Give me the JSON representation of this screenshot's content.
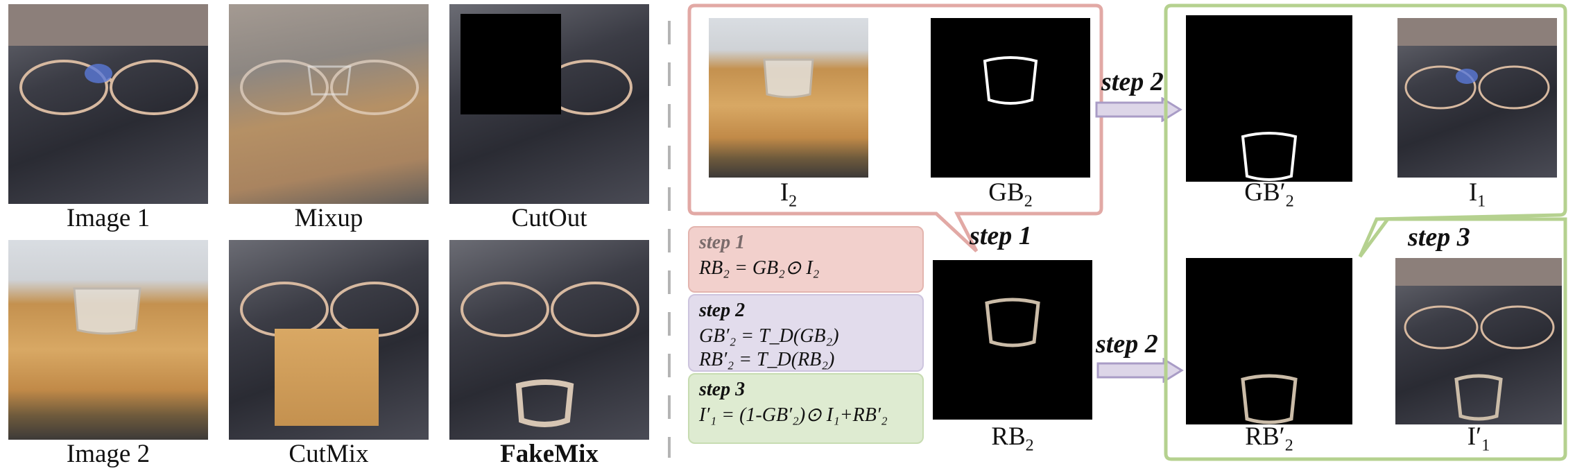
{
  "left_labels": {
    "image1": "Image 1",
    "mixup": "Mixup",
    "cutout": "CutOut",
    "image2": "Image 2",
    "cutmix": "CutMix",
    "fakemix": "FakeMix"
  },
  "right_labels": {
    "i2_main": "I",
    "i2_sub": "2",
    "gb2_main": "GB",
    "gb2_sub": "2",
    "rb2_main": "RB",
    "rb2_sub": "2",
    "gbp2_main": "GB′",
    "gbp2_sub": "2",
    "rbp2_main": "RB′",
    "rbp2_sub": "2",
    "i1_main": "I",
    "i1_sub": "1",
    "ip1_main": "I′",
    "ip1_sub": "1"
  },
  "step_tags": {
    "s1": "step 1",
    "s2a": "step 2",
    "s2b": "step 2",
    "s3": "step 3"
  },
  "boxes": {
    "step1_title": "step 1",
    "step1_formula": "RB₂ = GB₂⊙ I₂",
    "step2_title": "step 2",
    "step2_formula_a": "GB′₂ = T_D(GB₂)",
    "step2_formula_b": "RB′₂ = T_D(RB₂)",
    "step3_title": "step 3",
    "step3_formula": "I′₁ = (1-GB′₂)⊙ I₁+RB′₂"
  },
  "colors": {
    "step1_box": "#f2d0cc",
    "step2_box": "#e2dcec",
    "step3_box": "#deebd1",
    "red_frame": "#e2a9a5",
    "green_frame": "#b5d18f",
    "arrow_fill": "#ddd6e8",
    "arrow_stroke": "#a99cc6"
  }
}
